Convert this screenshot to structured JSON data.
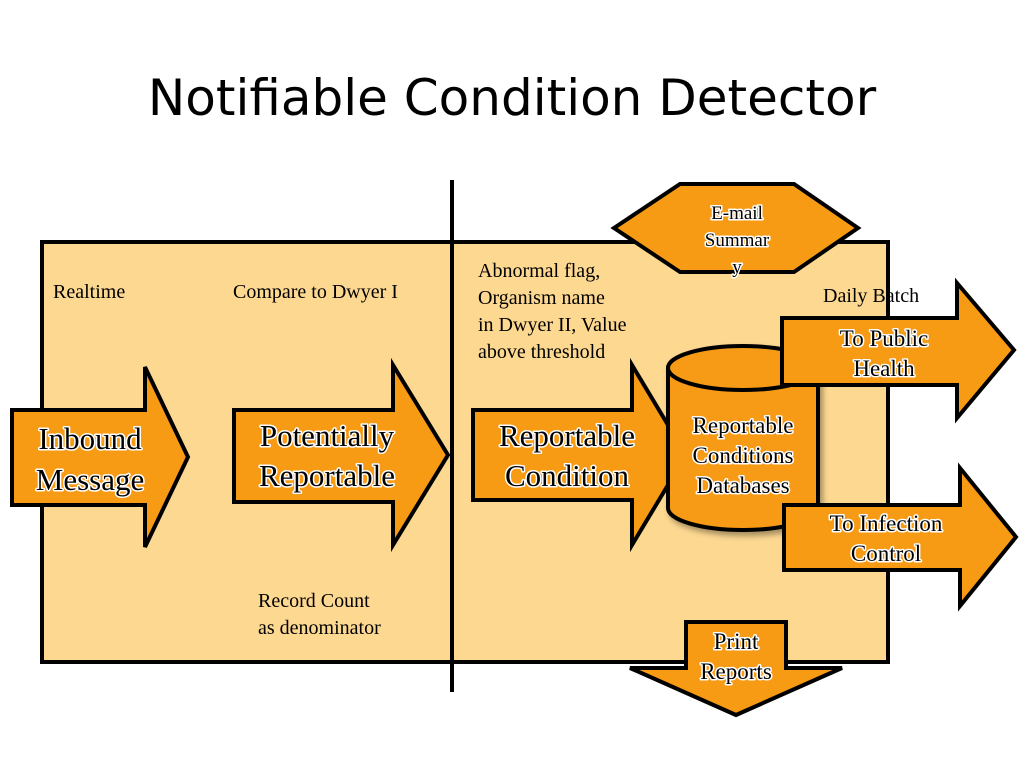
{
  "title": "Notifiable Condition Detector",
  "colors": {
    "panel_fill": "#fdd891",
    "shape_fill": "#f79a14",
    "outline": "#000000"
  },
  "notes": {
    "realtime": "Realtime",
    "compare_dwyer1": "Compare to Dwyer I",
    "abnormal": [
      "Abnormal flag,",
      "Organism name",
      "in Dwyer II, Value",
      "above threshold"
    ],
    "daily_batch": "Daily Batch",
    "record_count": [
      "Record Count",
      "as denominator"
    ]
  },
  "arrows": {
    "inbound": [
      "Inbound",
      "Message"
    ],
    "potentially": [
      "Potentially",
      "Reportable"
    ],
    "reportable": [
      "Reportable",
      "Condition"
    ],
    "public_health": [
      "To Public",
      "Health"
    ],
    "infection_control": [
      "To Infection",
      "Control"
    ],
    "email_summary": [
      "E-mail",
      "Summar",
      "y"
    ],
    "print_reports": [
      "Print",
      "Reports"
    ]
  },
  "database": [
    "Reportable",
    "Conditions",
    "Databases"
  ]
}
